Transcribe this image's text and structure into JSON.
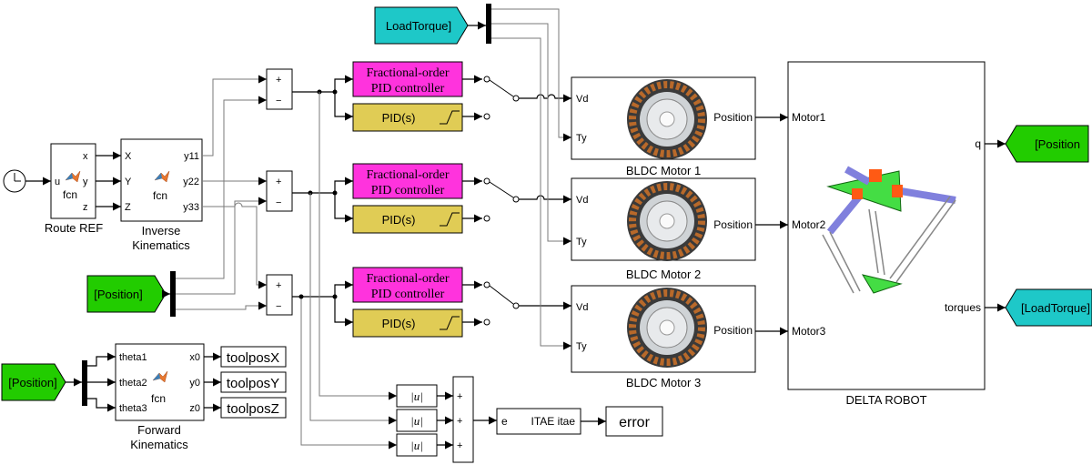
{
  "clock": {
    "icon": "clock-icon"
  },
  "route_ref": {
    "in": "u",
    "x": "x",
    "y": "y",
    "z": "z",
    "fcn": "fcn",
    "caption": "Route REF"
  },
  "inverse_kin": {
    "in_x": "X",
    "in_y": "Y",
    "in_z": "Z",
    "out1": "y11",
    "out2": "y22",
    "out3": "y33",
    "fcn": "fcn",
    "caption_line1": "Inverse",
    "caption_line2": "Kinematics"
  },
  "sum": {
    "plus": "+",
    "minus": "−"
  },
  "controllers": [
    {
      "frac_line1": "Fractional-order",
      "frac_line2": "PID controller",
      "pid": "PID(s)"
    },
    {
      "frac_line1": "Fractional-order",
      "frac_line2": "PID controller",
      "pid": "PID(s)"
    },
    {
      "frac_line1": "Fractional-order",
      "frac_line2": "PID controller",
      "pid": "PID(s)"
    }
  ],
  "motors": [
    {
      "in_vd": "Vd",
      "in_ty": "Ty",
      "out": "Position",
      "caption": "BLDC Motor 1"
    },
    {
      "in_vd": "Vd",
      "in_ty": "Ty",
      "out": "Position",
      "caption": "BLDC Motor 2"
    },
    {
      "in_vd": "Vd",
      "in_ty": "Ty",
      "out": "Position",
      "caption": "BLDC Motor 3"
    }
  ],
  "delta_robot": {
    "in1": "Motor1",
    "in2": "Motor2",
    "in3": "Motor3",
    "out_q": "q",
    "out_torques": "torques",
    "caption": "DELTA ROBOT"
  },
  "tags": {
    "load_torque_from": "LoadTorque]",
    "position_from_1": "[Position]",
    "position_from_2": "[Position]",
    "position_goto": "[Position",
    "load_torque_goto": "[LoadTorque]"
  },
  "forward_kin": {
    "in1": "theta1",
    "in2": "theta2",
    "in3": "theta3",
    "out1": "x0",
    "out2": "y0",
    "out3": "z0",
    "fcn": "fcn",
    "caption_line1": "Forward",
    "caption_line2": "Kinematics"
  },
  "tool_outputs": [
    "toolposX",
    "toolposY",
    "toolposZ"
  ],
  "abs_blocks": [
    "|u|",
    "|u|",
    "|u|"
  ],
  "itae": {
    "in": "e",
    "label": "ITAE itae"
  },
  "error_display": "error",
  "colors": {
    "green": "#22cc00",
    "cyan": "#1ec8c8",
    "magenta": "#ff33dd",
    "khaki": "#e0cc55"
  }
}
